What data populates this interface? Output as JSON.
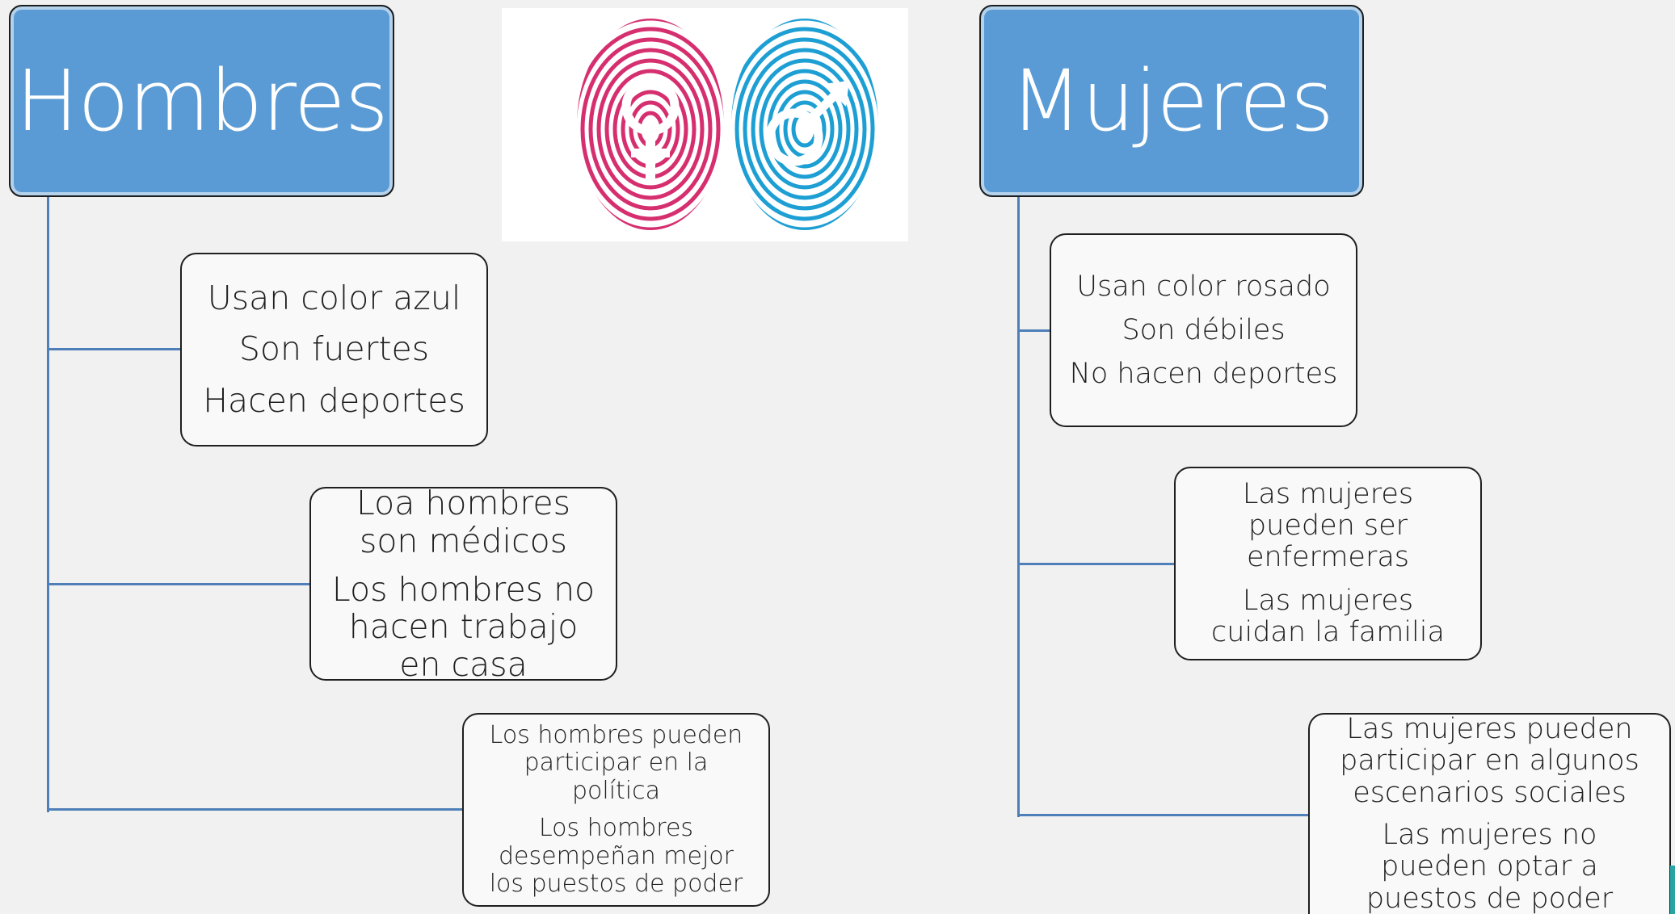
{
  "colors": {
    "background": "#f1f1f1",
    "header_fill": "#5b9bd5",
    "connector": "#4f7fb8",
    "node_fill": "#f9f9f9",
    "female_print": "#d62f6f",
    "male_print": "#1e9fd4"
  },
  "image": {
    "icons": [
      "female-symbol-icon",
      "male-symbol-icon",
      "fingerprint-icon"
    ]
  },
  "hombres": {
    "title": "Hombres",
    "nodes": [
      {
        "lines": [
          "Usan color azul",
          "Son fuertes",
          "Hacen deportes"
        ]
      },
      {
        "lines": [
          "Loa hombres son médicos",
          "Los hombres no hacen trabajo en casa"
        ]
      },
      {
        "lines": [
          "Los hombres pueden participar en la política",
          "Los hombres desempeñan mejor los puestos de poder"
        ]
      }
    ]
  },
  "mujeres": {
    "title": "Mujeres",
    "nodes": [
      {
        "lines": [
          "Usan color rosado",
          "Son débiles",
          "No hacen deportes"
        ]
      },
      {
        "lines": [
          "Las mujeres pueden ser enfermeras",
          "Las mujeres cuidan la familia"
        ]
      },
      {
        "lines": [
          "Las mujeres pueden participar en algunos escenarios sociales",
          "Las mujeres no pueden optar a puestos de poder"
        ]
      }
    ]
  }
}
